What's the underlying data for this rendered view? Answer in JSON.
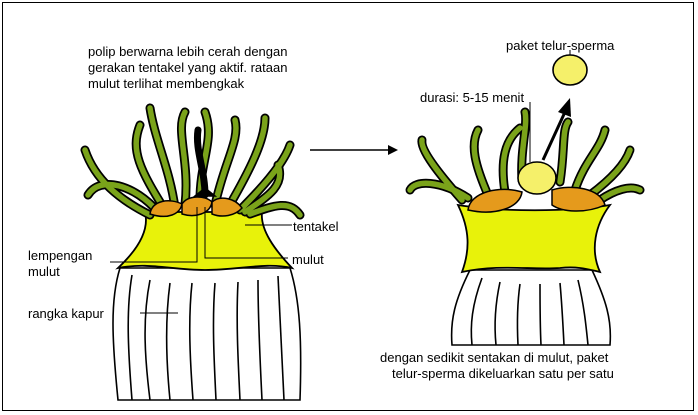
{
  "left_panel": {
    "description_lines": [
      "polip berwarna lebih cerah dengan",
      "gerakan tentakel yang aktif. rataan",
      "mulut terlihat membengkak"
    ],
    "labels": {
      "tentacle": "tentakel",
      "oral_disc_line1": "lempengan",
      "oral_disc_line2": "mulut",
      "mouth": "mulut",
      "skeleton": "rangka kapur"
    }
  },
  "right_panel": {
    "bundle_label": "paket telur-sperma",
    "duration_label": "durasi: 5-15 menit",
    "caption_lines": [
      "dengan sedikit sentakan di mulut, paket",
      "telur-sperma dikeluarkan satu per satu"
    ]
  },
  "colors": {
    "polyp_body": "#e8f20a",
    "tentacle": "#7aa31a",
    "oral_disc": "#e59a1c",
    "bundle": "#f5f06a",
    "skeleton": "#ffffff",
    "outline": "#000000"
  }
}
